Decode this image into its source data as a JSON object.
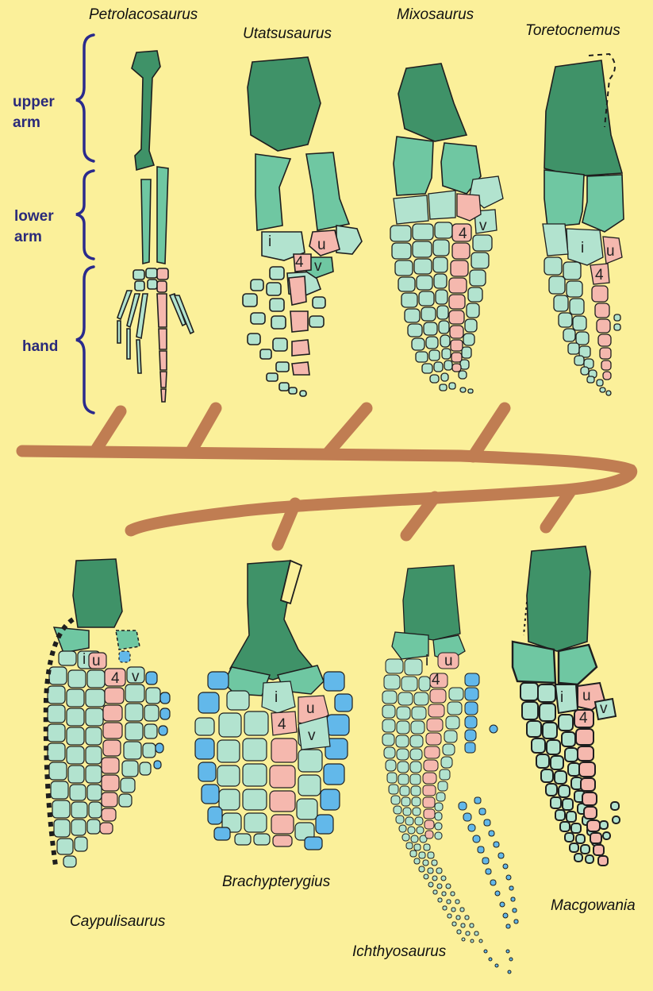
{
  "colors": {
    "background": "#fbf09a",
    "upper_arm": "#3f9268",
    "lower_arm": "#6fc7a2",
    "carpals": "#b2e3cf",
    "digit_four": "#f5b8ae",
    "extra_digits": "#62b8ea",
    "branch": "#c07d52",
    "bracket": "#2a2a8c",
    "outline": "#1e1e1e"
  },
  "regions": {
    "upper_arm": [
      "upper",
      "arm"
    ],
    "lower_arm": [
      "lower",
      "arm"
    ],
    "hand": [
      "hand"
    ]
  },
  "taxa": [
    {
      "id": "petrolacosaurus",
      "name": "Petrolacosaurus",
      "row": "top"
    },
    {
      "id": "utatsusaurus",
      "name": "Utatsusaurus",
      "row": "top"
    },
    {
      "id": "mixosaurus",
      "name": "Mixosaurus",
      "row": "top"
    },
    {
      "id": "toretocnemus",
      "name": "Toretocnemus",
      "row": "top"
    },
    {
      "id": "caypulisaurus",
      "name": "Caypulisaurus",
      "row": "bottom"
    },
    {
      "id": "brachypterygius",
      "name": "Brachypterygius",
      "row": "bottom"
    },
    {
      "id": "ichthyosaurus",
      "name": "Ichthyosaurus",
      "row": "bottom"
    },
    {
      "id": "macgowania",
      "name": "Macgowania",
      "row": "bottom"
    }
  ],
  "bone_labels": {
    "intermedium": "i",
    "ulnare": "u",
    "digit_four": "4",
    "fifth_metacarpal": "v"
  }
}
